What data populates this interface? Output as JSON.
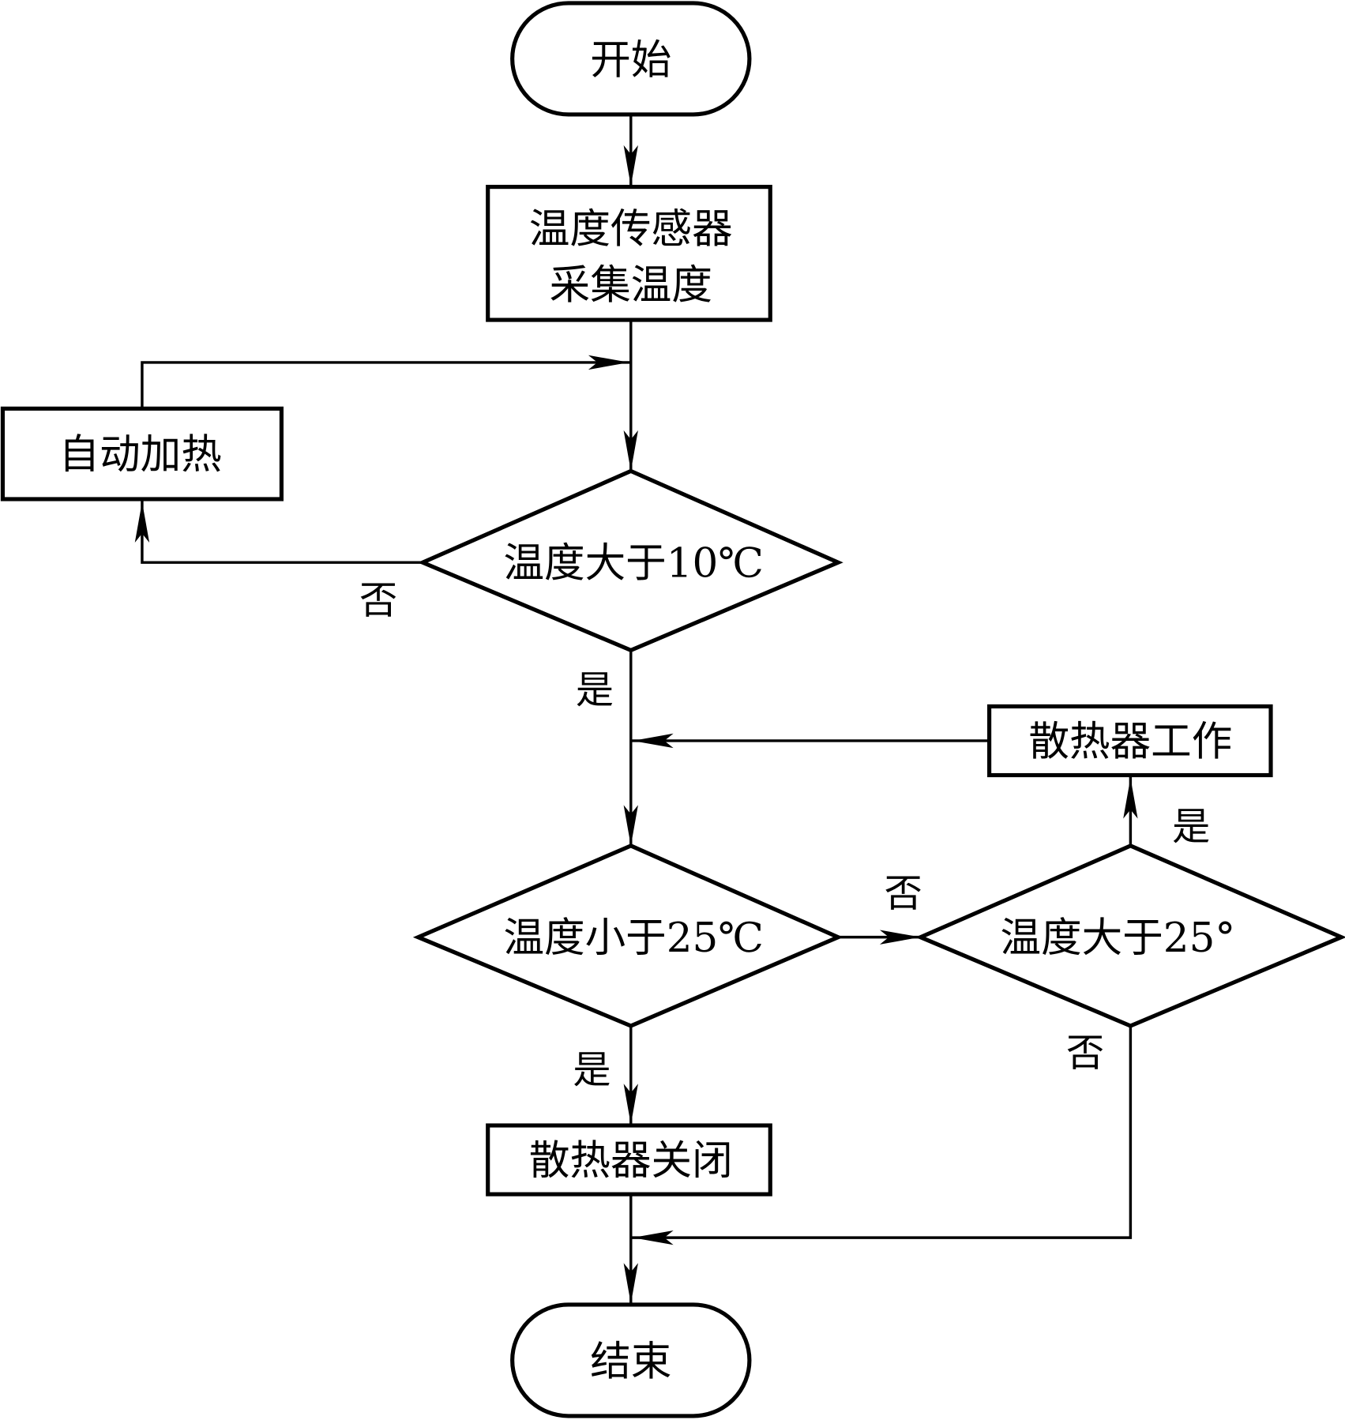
{
  "flowchart": {
    "nodes": {
      "start": {
        "type": "terminal",
        "label": "开始"
      },
      "sensor": {
        "type": "process",
        "label_lines": [
          "温度传感器",
          "采集温度"
        ]
      },
      "heater": {
        "type": "process",
        "label": "自动加热"
      },
      "check_above_10": {
        "type": "decision",
        "label": "温度大于10℃"
      },
      "radiator_on": {
        "type": "process",
        "label": "散热器工作"
      },
      "check_below_25": {
        "type": "decision",
        "label": "温度小于25℃"
      },
      "check_above_25": {
        "type": "decision",
        "label": "温度大于25°"
      },
      "radiator_off": {
        "type": "process",
        "label": "散热器关闭"
      },
      "end": {
        "type": "terminal",
        "label": "结束"
      }
    },
    "edges": [
      {
        "from": "start",
        "to": "sensor",
        "label": ""
      },
      {
        "from": "sensor",
        "to": "check_above_10",
        "label": ""
      },
      {
        "from": "check_above_10",
        "to": "heater",
        "label": "否"
      },
      {
        "from": "heater",
        "to": "check_above_10",
        "label": ""
      },
      {
        "from": "check_above_10",
        "to": "check_below_25",
        "label": "是"
      },
      {
        "from": "check_below_25",
        "to": "check_above_25",
        "label": "否"
      },
      {
        "from": "check_above_25",
        "to": "radiator_on",
        "label": "是"
      },
      {
        "from": "radiator_on",
        "to": "check_below_25",
        "label": ""
      },
      {
        "from": "check_below_25",
        "to": "radiator_off",
        "label": "是"
      },
      {
        "from": "check_above_25",
        "to": "end",
        "label": "否"
      },
      {
        "from": "radiator_off",
        "to": "end",
        "label": ""
      }
    ]
  }
}
